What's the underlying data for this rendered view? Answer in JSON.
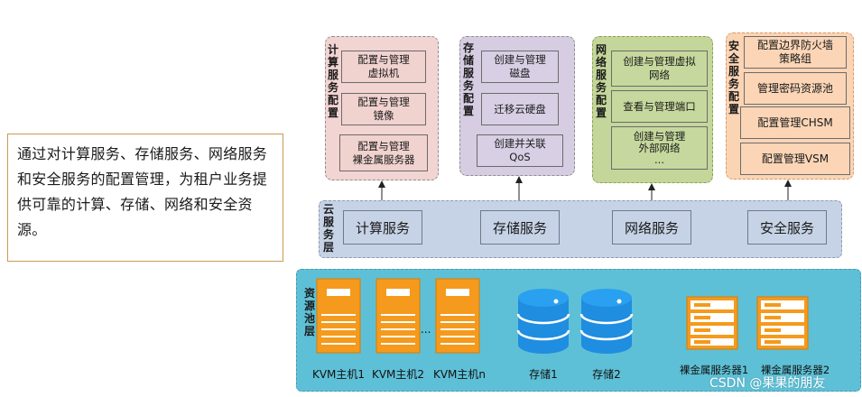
{
  "description": "通过对计算服务、存储服务、网络服务和安全服务的配置管理，为租户业务提供可靠的计算、存储、网络和安全资源。",
  "config_groups": {
    "compute": {
      "label": "计算服务配置",
      "items": [
        "配置与管理\n虚拟机",
        "配置与管理\n镜像",
        "配置与管理\n裸金属服务器"
      ]
    },
    "storage": {
      "label": "存储服务配置",
      "items": [
        "创建与管理\n磁盘",
        "迁移云硬盘",
        "创建并关联\nQoS"
      ]
    },
    "network": {
      "label": "网络服务配置",
      "items": [
        "创建与管理虚拟\n网络",
        "查看与管理端口",
        "创建与管理\n外部网络\n..."
      ]
    },
    "security": {
      "label": "安全服务配置",
      "items": [
        "配置边界防火墙\n策略组",
        "管理密码资源池",
        "配置管理CHSM",
        "配置管理VSM"
      ]
    }
  },
  "service_layer": {
    "label": "云服务层",
    "services": [
      "计算服务",
      "存储服务",
      "网络服务",
      "安全服务"
    ]
  },
  "resource_pool": {
    "label": "资源池层",
    "hosts": [
      "KVM主机1",
      "KVM主机2",
      "KVM主机n"
    ],
    "host_ellipsis": "...",
    "storages": [
      "存储1",
      "存储2"
    ],
    "baremetal": [
      "裸金属服务器1",
      "裸金属服务器2"
    ]
  },
  "watermark": "CSDN @果果的朋友",
  "colors": {
    "compute_bg": "#f2d4d2",
    "storage_bg": "#d6cde2",
    "network_bg": "#c4d699",
    "security_bg": "#fbd4b4",
    "service_layer_bg": "#c6d3e6",
    "resource_pool_bg": "#5ec0d6",
    "server_icon": "#f59a1c",
    "storage_icon": "#1f8de0"
  }
}
